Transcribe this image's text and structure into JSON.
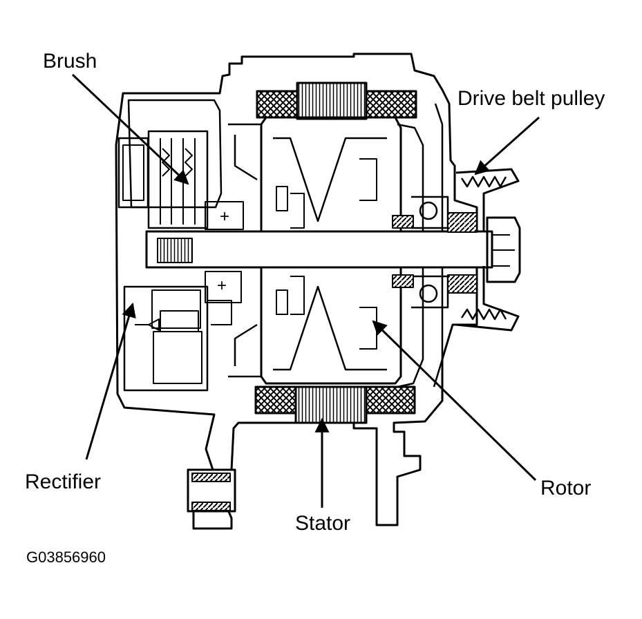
{
  "labels": {
    "brush": "Brush",
    "drive_belt_pulley": "Drive belt pulley",
    "rectifier": "Rectifier",
    "rotor": "Rotor",
    "stator": "Stator"
  },
  "figure_code": "G03856960",
  "colors": {
    "ink": "#000000",
    "paper": "#ffffff"
  }
}
